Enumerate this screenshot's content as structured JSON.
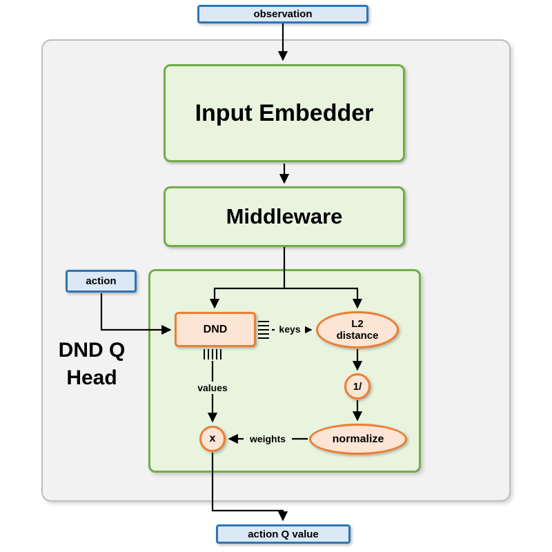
{
  "nodes": {
    "observation": {
      "label": "observation"
    },
    "input_embedder": {
      "label": "Input Embedder"
    },
    "middleware": {
      "label": "Middleware"
    },
    "action": {
      "label": "action"
    },
    "head_title": {
      "line1": "DND Q",
      "line2": "Head"
    },
    "dnd": {
      "label": "DND"
    },
    "l2_distance": {
      "line1": "L2",
      "line2": "distance"
    },
    "reciprocal": {
      "label": "1/"
    },
    "normalize": {
      "label": "normalize"
    },
    "multiply": {
      "label": "x"
    },
    "action_q_value": {
      "label": "action Q value"
    }
  },
  "edge_labels": {
    "keys": "keys",
    "values": "values",
    "weights": "weights"
  },
  "colors": {
    "blue_fill": "#dbe9f7",
    "blue_border": "#2e75b6",
    "green_fill": "#e9f4df",
    "green_border": "#70ad47",
    "orange_fill": "#fce5d5",
    "orange_border": "#ed7d31",
    "gray_fill": "#f2f2f2",
    "gray_border": "#bdbdbd",
    "arrow": "#000000"
  }
}
